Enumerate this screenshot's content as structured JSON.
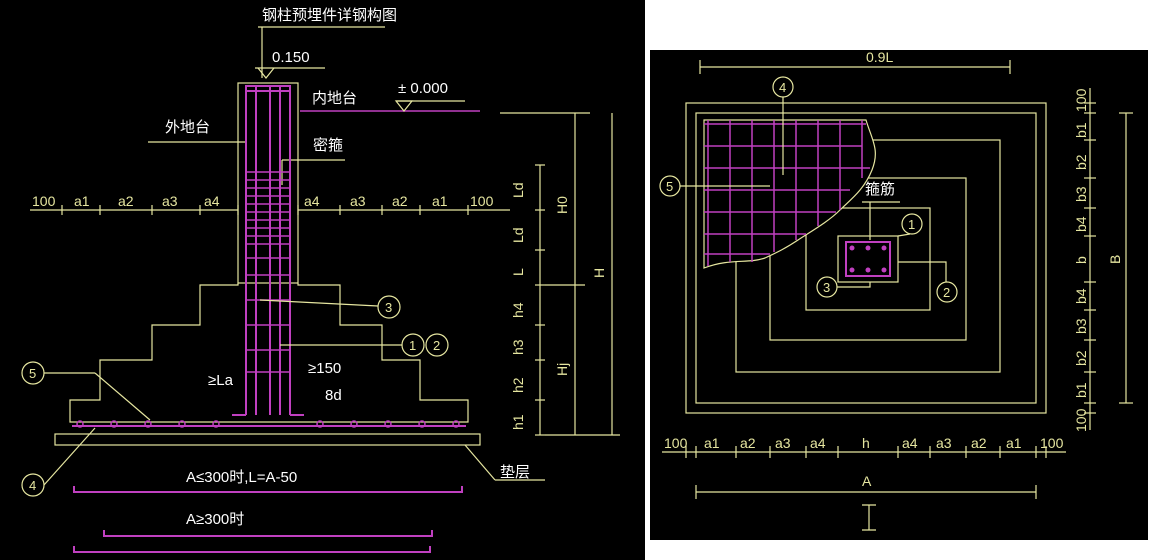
{
  "left_view": {
    "title": "钢柱预埋件详钢构图",
    "elev_top": "0.150",
    "elev_zero": "± 0.000",
    "inner_ground": "内地台",
    "outer_ground": "外地台",
    "stirrup_dense": "密箍",
    "dim_left": [
      "100",
      "a1",
      "a2",
      "a3",
      "a4"
    ],
    "dim_right": [
      "a4",
      "a3",
      "a2",
      "a1",
      "100"
    ],
    "vert_dims": [
      "Ld",
      "Ld",
      "L",
      "h4",
      "h3",
      "h2",
      "h1"
    ],
    "H0": "H0",
    "H": "H",
    "Hj": "Hj",
    "anchor_la": "≥La",
    "anchor_150": "≥150",
    "anchor_8d": "8d",
    "cushion": "垫层",
    "note1": "A≤300时,L=A-50",
    "note2": "A≥300时",
    "callouts": [
      "1",
      "2",
      "3",
      "4",
      "5"
    ]
  },
  "right_view": {
    "top_dim": "0.9L",
    "stirrup": "箍筋",
    "dim_bottom": [
      "100",
      "a1",
      "a2",
      "a3",
      "a4",
      "h",
      "a4",
      "a3",
      "a2",
      "a1",
      "100"
    ],
    "A": "A",
    "dim_right": [
      "100",
      "b1",
      "b2",
      "b3",
      "b4",
      "b",
      "b4",
      "b3",
      "b2",
      "b1",
      "100"
    ],
    "B": "B",
    "callouts": [
      "1",
      "2",
      "3",
      "4",
      "5"
    ]
  },
  "colors": {
    "background": "#000000",
    "lines": "#e6e6a0",
    "rebar": "#c040c0",
    "text": "#ffffff"
  }
}
